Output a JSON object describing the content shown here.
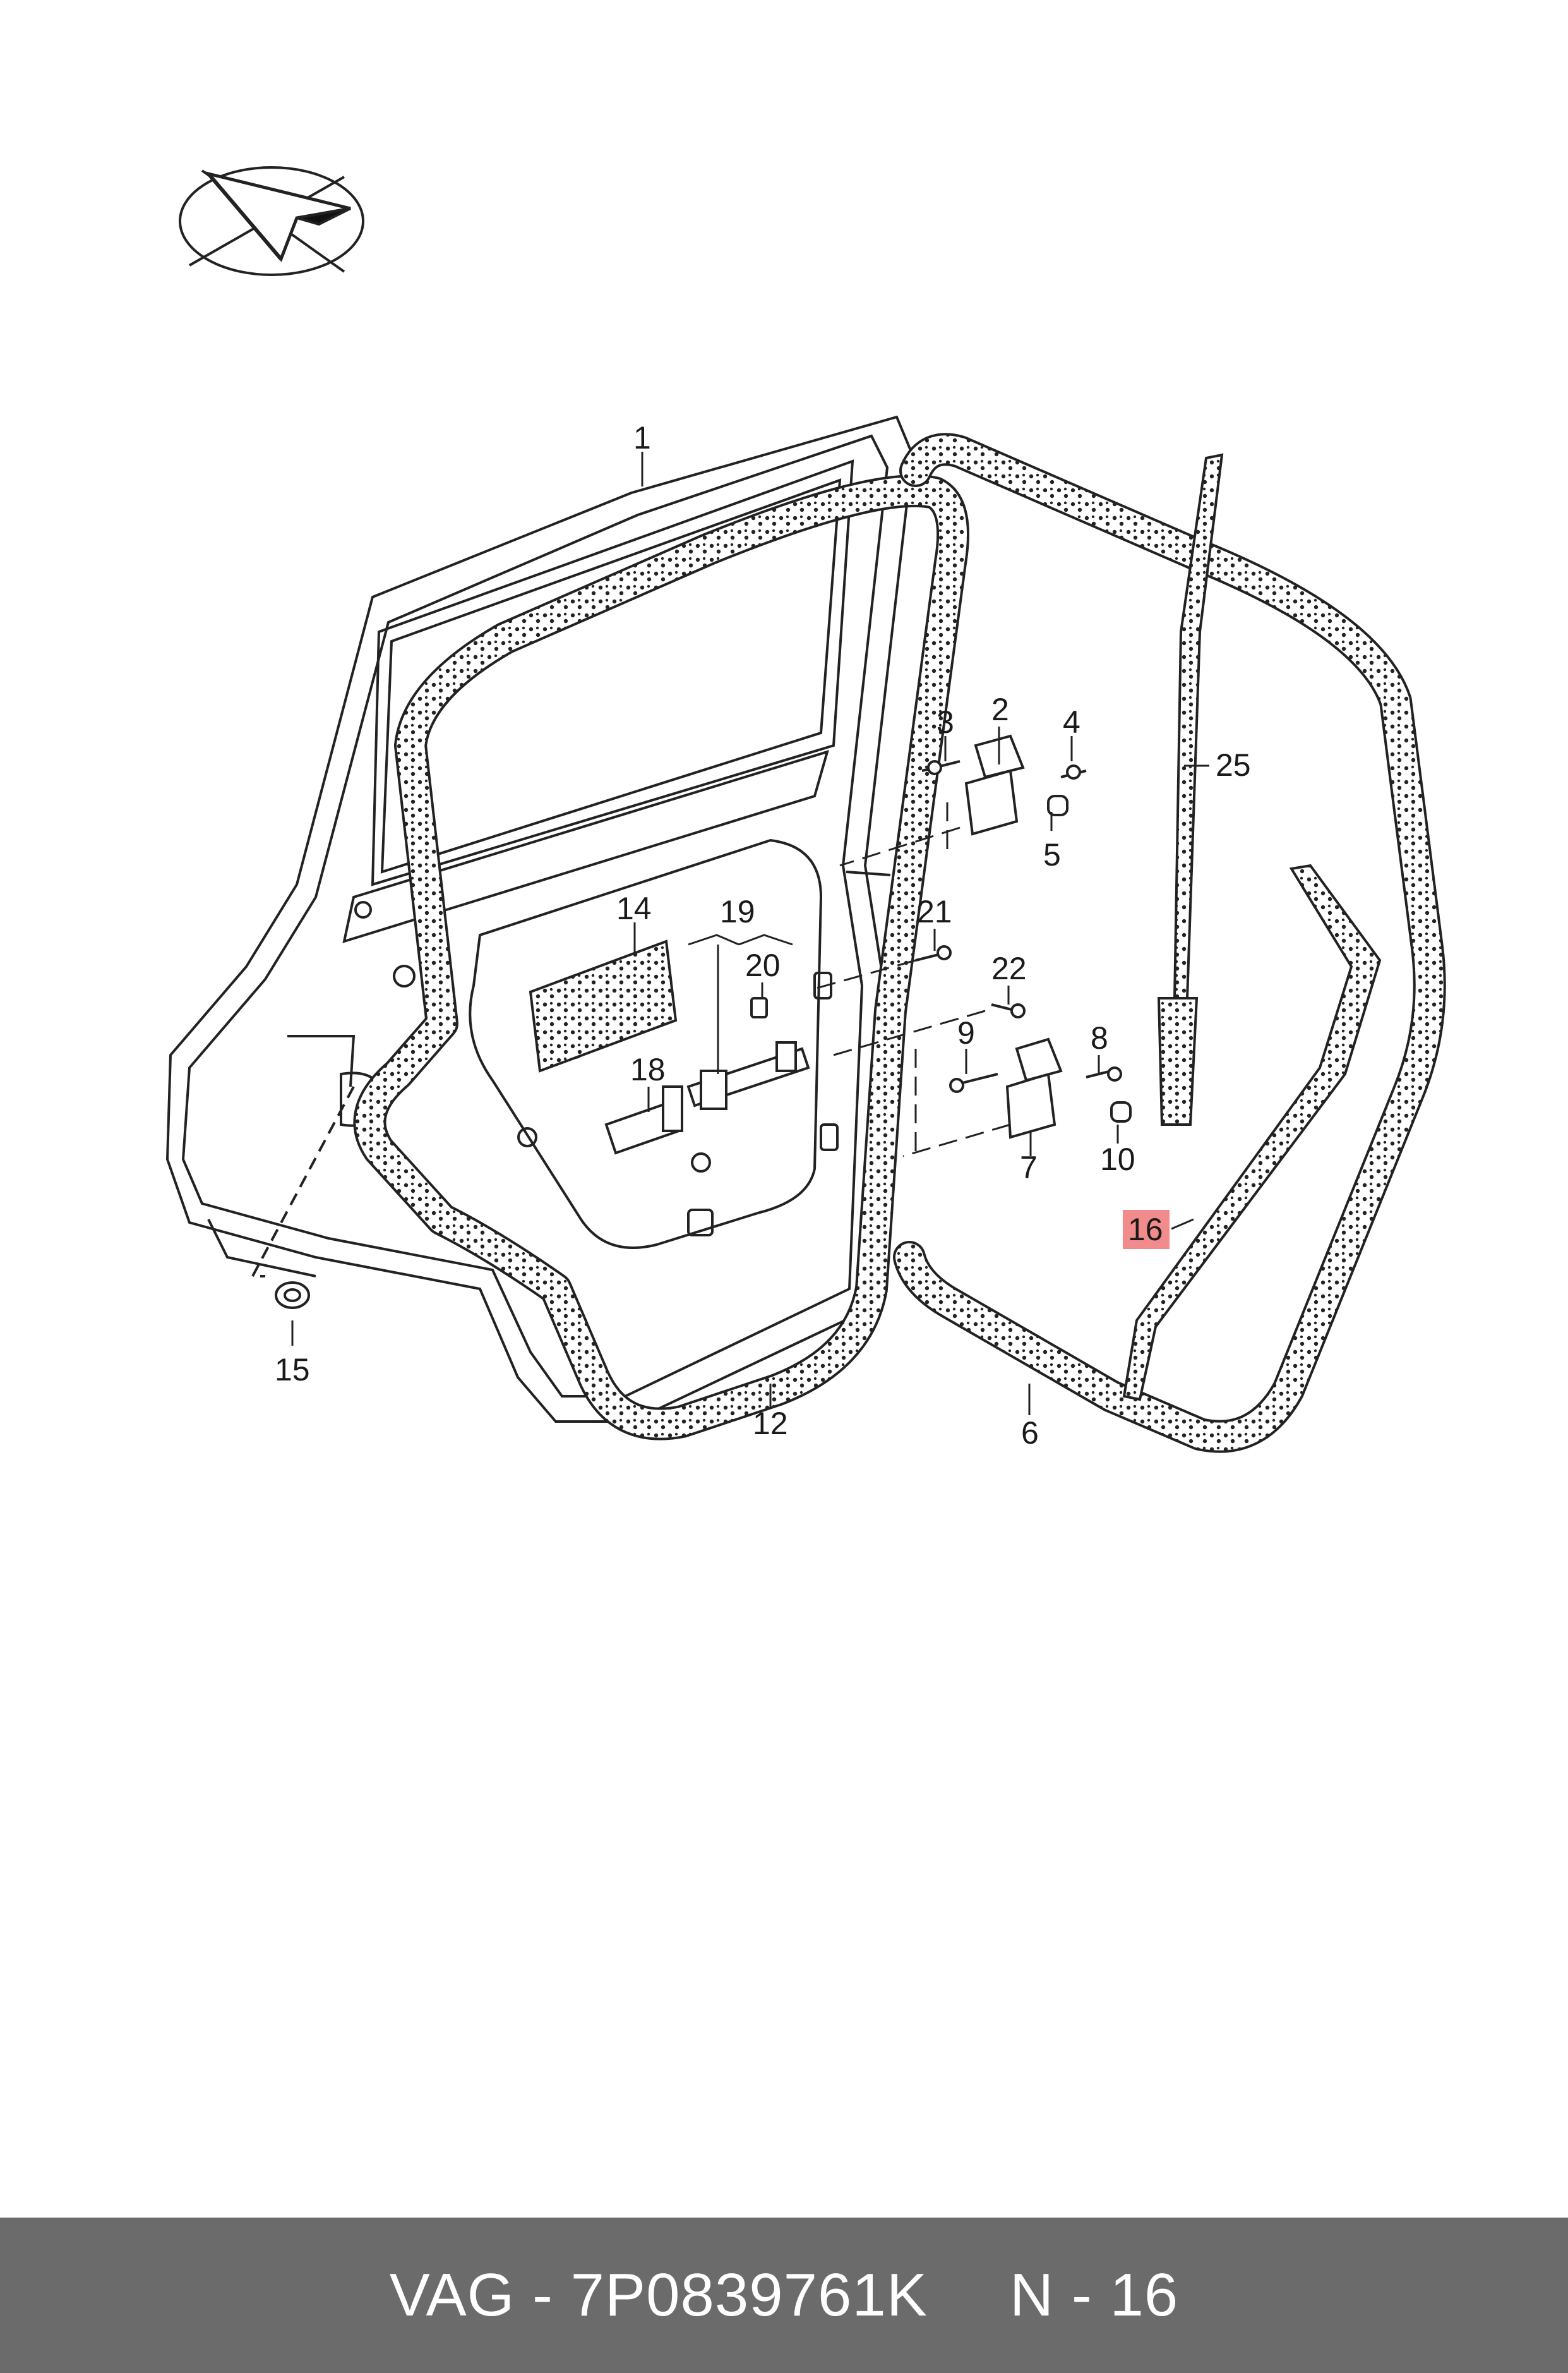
{
  "callouts": [
    {
      "id": "1",
      "label": "1"
    },
    {
      "id": "2",
      "label": "2"
    },
    {
      "id": "3",
      "label": "3"
    },
    {
      "id": "4",
      "label": "4"
    },
    {
      "id": "5",
      "label": "5"
    },
    {
      "id": "6",
      "label": "6"
    },
    {
      "id": "7",
      "label": "7"
    },
    {
      "id": "8",
      "label": "8"
    },
    {
      "id": "9",
      "label": "9"
    },
    {
      "id": "10",
      "label": "10"
    },
    {
      "id": "12",
      "label": "12"
    },
    {
      "id": "14",
      "label": "14"
    },
    {
      "id": "15",
      "label": "15"
    },
    {
      "id": "16",
      "label": "16",
      "highlighted": true
    },
    {
      "id": "18",
      "label": "18"
    },
    {
      "id": "19",
      "label": "19"
    },
    {
      "id": "20",
      "label": "20"
    },
    {
      "id": "21",
      "label": "21"
    },
    {
      "id": "22",
      "label": "22"
    },
    {
      "id": "25",
      "label": "25"
    }
  ],
  "highlight_color": "#f28b8b",
  "footer": {
    "part_number": "VAG - 7P0839761K",
    "position": "N - 16"
  }
}
